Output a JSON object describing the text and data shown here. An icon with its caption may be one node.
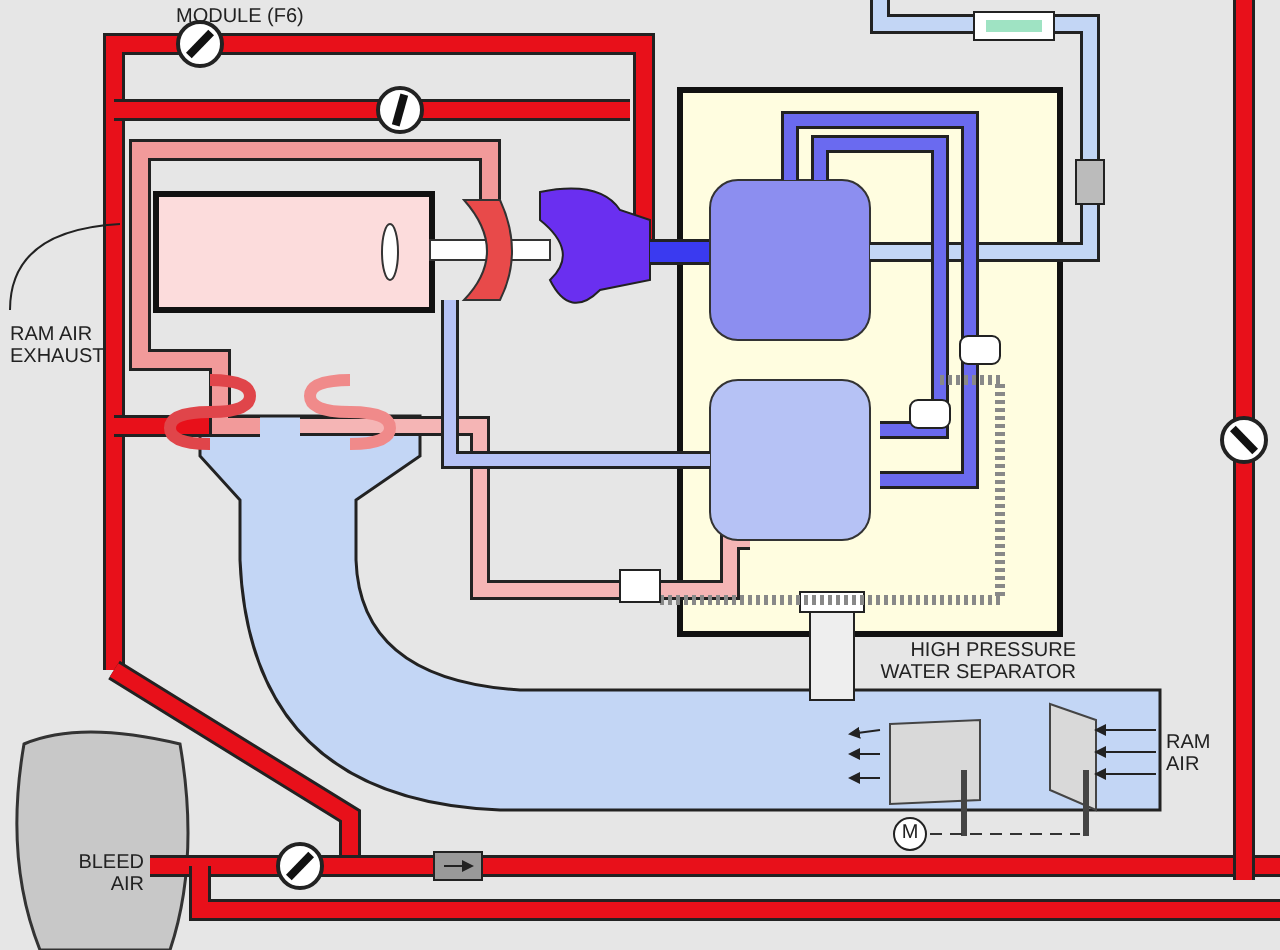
{
  "diagram": {
    "labels": [
      "MODULE (F6)",
      "RAM AIR EXHAUST",
      "HIGH PRESSURE WATER SEPARATOR",
      "RAM AIR",
      "BLEED AIR",
      "M"
    ]
  }
}
